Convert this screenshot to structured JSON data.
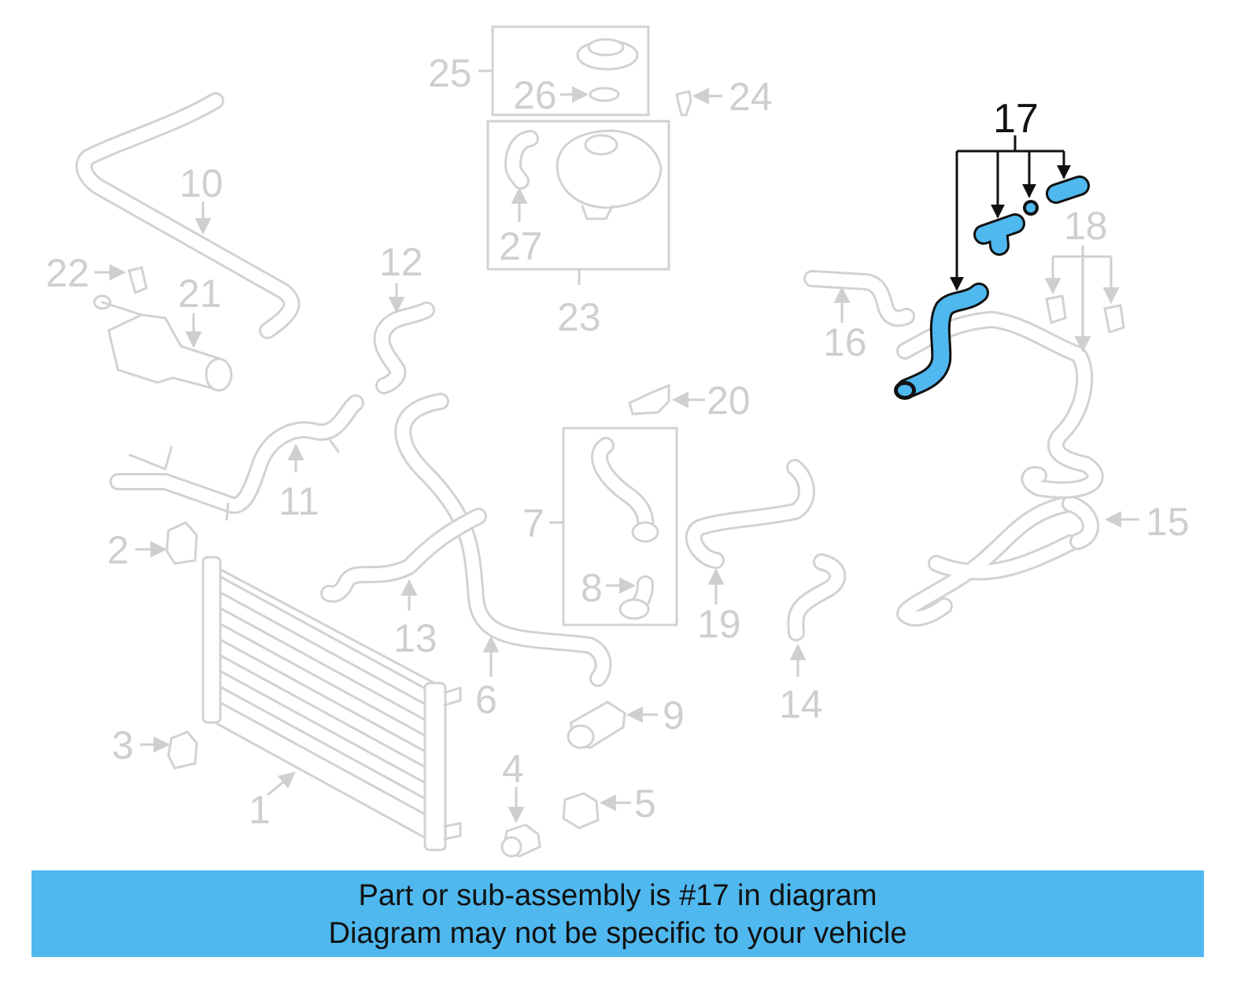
{
  "diagram": {
    "highlighted_part": "17",
    "highlight_color": "#4fb8ef",
    "banner_color": "#4fb8ef",
    "labels": {
      "p1": "1",
      "p2": "2",
      "p3": "3",
      "p4": "4",
      "p5": "5",
      "p6": "6",
      "p7": "7",
      "p8": "8",
      "p9": "9",
      "p10": "10",
      "p11": "11",
      "p12": "12",
      "p13": "13",
      "p14": "14",
      "p15": "15",
      "p16": "16",
      "p17": "17",
      "p18": "18",
      "p19": "19",
      "p20": "20",
      "p21": "21",
      "p22": "22",
      "p23": "23",
      "p24": "24",
      "p25": "25",
      "p26": "26",
      "p27": "27"
    }
  },
  "banner": {
    "line1": "Part or sub-assembly is #17 in diagram",
    "line2": "Diagram may not be specific to your vehicle"
  }
}
